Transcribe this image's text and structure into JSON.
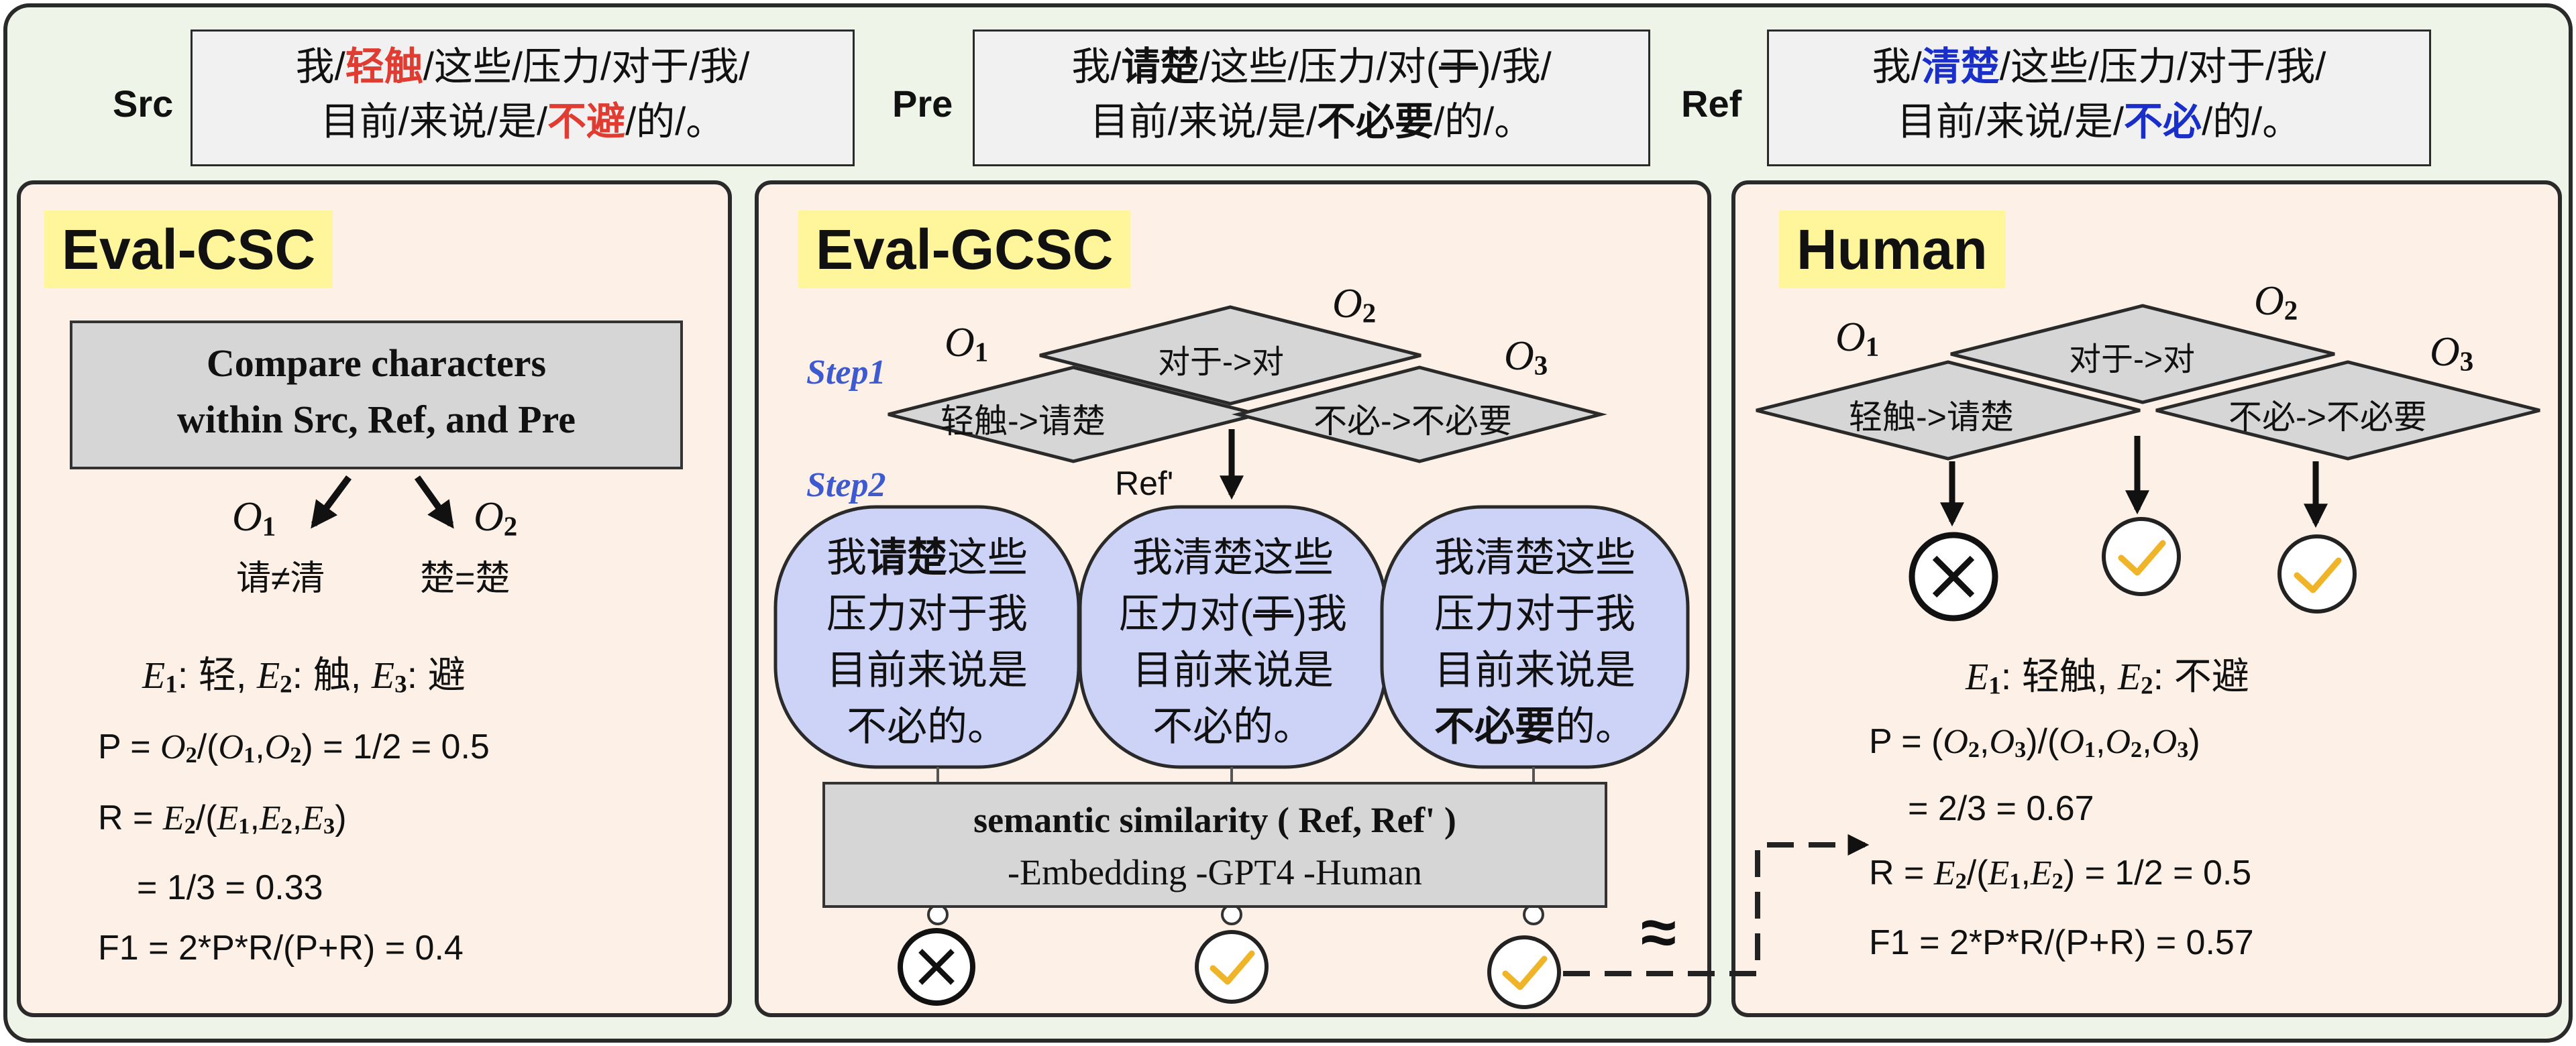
{
  "sentences": {
    "src": {
      "label": "Src",
      "line1": [
        {
          "t": "我/"
        },
        {
          "t": "轻触",
          "s": "red"
        },
        {
          "t": "/这些/压力/对于/我/"
        }
      ],
      "line2": [
        {
          "t": "目前/来说/是/"
        },
        {
          "t": "不避",
          "s": "red"
        },
        {
          "t": "/的/。"
        }
      ]
    },
    "pre": {
      "label": "Pre",
      "line1": [
        {
          "t": "我/"
        },
        {
          "t": "请楚",
          "s": "b"
        },
        {
          "t": "/这些/压力/对("
        },
        {
          "t": "于",
          "s": "strike"
        },
        {
          "t": ")/我/"
        }
      ],
      "line2": [
        {
          "t": "目前/来说/是/"
        },
        {
          "t": "不必要",
          "s": "b"
        },
        {
          "t": "/的/。"
        }
      ]
    },
    "ref": {
      "label": "Ref",
      "line1": [
        {
          "t": "我/"
        },
        {
          "t": "清楚",
          "s": "blue"
        },
        {
          "t": "/这些/压力/对于/我/"
        }
      ],
      "line2": [
        {
          "t": "目前/来说/是/"
        },
        {
          "t": "不必",
          "s": "blue"
        },
        {
          "t": "/的/。"
        }
      ]
    }
  },
  "eval_csc": {
    "title": "Eval-CSC",
    "compare_line1": "Compare characters",
    "compare_line2": "within Src, Ref, and Pre",
    "o1": "O",
    "o1_sub": "1",
    "o1_text": "请≠清",
    "o2": "O",
    "o2_sub": "2",
    "o2_text": "楚=楚",
    "errors_label": [
      {
        "v": "E",
        "sub": "1"
      },
      {
        "t": ": 轻, "
      },
      {
        "v": "E",
        "sub": "2"
      },
      {
        "t": ": 触, "
      },
      {
        "v": "E",
        "sub": "3"
      },
      {
        "t": ": 避"
      }
    ],
    "p_line": [
      {
        "t": "P = "
      },
      {
        "v": "O",
        "sub": "2"
      },
      {
        "t": "/("
      },
      {
        "v": "O",
        "sub": "1"
      },
      {
        "t": ","
      },
      {
        "v": "O",
        "sub": "2"
      },
      {
        "t": ") = 1/2 = 0.5"
      }
    ],
    "r_line": [
      {
        "t": "R = "
      },
      {
        "v": "E",
        "sub": "2"
      },
      {
        "t": "/("
      },
      {
        "v": "E",
        "sub": "1"
      },
      {
        "t": ","
      },
      {
        "v": "E",
        "sub": "2"
      },
      {
        "t": ","
      },
      {
        "v": "E",
        "sub": "3"
      },
      {
        "t": ")"
      }
    ],
    "r_value": "= 1/3 = 0.33",
    "f1_line": "F1 = 2*P*R/(P+R) = 0.4"
  },
  "eval_gcsc": {
    "title": "Eval-GCSC",
    "step1": "Step1",
    "step2": "Step2",
    "ref_prime": "Ref'",
    "diamond_left": "轻触->请楚",
    "diamond_mid": "对于->对",
    "diamond_right": "不必->不必要",
    "o_labels": [
      {
        "v": "O",
        "sub": "1"
      },
      {
        "v": "O",
        "sub": "2"
      },
      {
        "v": "O",
        "sub": "3"
      }
    ],
    "bubbles": [
      [
        [
          {
            "t": "我"
          },
          {
            "t": "请楚",
            "s": "b"
          },
          {
            "t": "这些"
          }
        ],
        [
          {
            "t": "压力对于我"
          }
        ],
        [
          {
            "t": "目前来说是"
          }
        ],
        [
          {
            "t": "不必的。"
          }
        ]
      ],
      [
        [
          {
            "t": "我清楚这些"
          }
        ],
        [
          {
            "t": "压力对("
          },
          {
            "t": "于",
            "s": "strike"
          },
          {
            "t": ")我"
          }
        ],
        [
          {
            "t": "目前来说是"
          }
        ],
        [
          {
            "t": "不必的。"
          }
        ]
      ],
      [
        [
          {
            "t": "我清楚这些"
          }
        ],
        [
          {
            "t": "压力对于我"
          }
        ],
        [
          {
            "t": "目前来说是"
          }
        ],
        [
          {
            "t": "不必要",
            "s": "b"
          },
          {
            "t": "的。"
          }
        ]
      ]
    ],
    "semantic_line1": "semantic similarity ( Ref, Ref' )",
    "semantic_line2": "-Embedding -GPT4 -Human",
    "approx": "≈",
    "results": [
      "wrong",
      "correct",
      "correct"
    ]
  },
  "human": {
    "title": "Human",
    "diamond_left": "轻触->请楚",
    "diamond_mid": "对于->对",
    "diamond_right": "不必->不必要",
    "o_labels": [
      {
        "v": "O",
        "sub": "1"
      },
      {
        "v": "O",
        "sub": "2"
      },
      {
        "v": "O",
        "sub": "3"
      }
    ],
    "results": [
      "wrong",
      "correct",
      "correct"
    ],
    "errors_label": [
      {
        "v": "E",
        "sub": "1"
      },
      {
        "t": ": 轻触, "
      },
      {
        "v": "E",
        "sub": "2"
      },
      {
        "t": ": 不避"
      }
    ],
    "p_line": [
      {
        "t": "P = ("
      },
      {
        "v": "O",
        "sub": "2"
      },
      {
        "t": ","
      },
      {
        "v": "O",
        "sub": "3"
      },
      {
        "t": ")/("
      },
      {
        "v": "O",
        "sub": "1"
      },
      {
        "t": ","
      },
      {
        "v": "O",
        "sub": "2"
      },
      {
        "t": ","
      },
      {
        "v": "O",
        "sub": "3"
      },
      {
        "t": ")"
      }
    ],
    "p_value": "= 2/3 = 0.67",
    "r_line": [
      {
        "t": "R = "
      },
      {
        "v": "E",
        "sub": "2"
      },
      {
        "t": "/("
      },
      {
        "v": "E",
        "sub": "1"
      },
      {
        "t": ","
      },
      {
        "v": "E",
        "sub": "2"
      },
      {
        "t": ") = 1/2 = 0.5"
      }
    ],
    "f1_line": "F1 = 2*P*R/(P+R) = 0.57"
  },
  "colors": {
    "outer_bg": "#eef5e8",
    "panel_bg": "#fdf1e7",
    "title_bg": "#fff59a",
    "box_gray": "#d6d6d6",
    "bubble_fill": "#ccd3f7",
    "step_blue": "#3e5ad0",
    "red": "#e03c31",
    "blue": "#1a2fc9",
    "check_orange": "#f0b429"
  },
  "icons": {
    "wrong": "x-circle-icon",
    "correct": "check-circle-icon"
  }
}
